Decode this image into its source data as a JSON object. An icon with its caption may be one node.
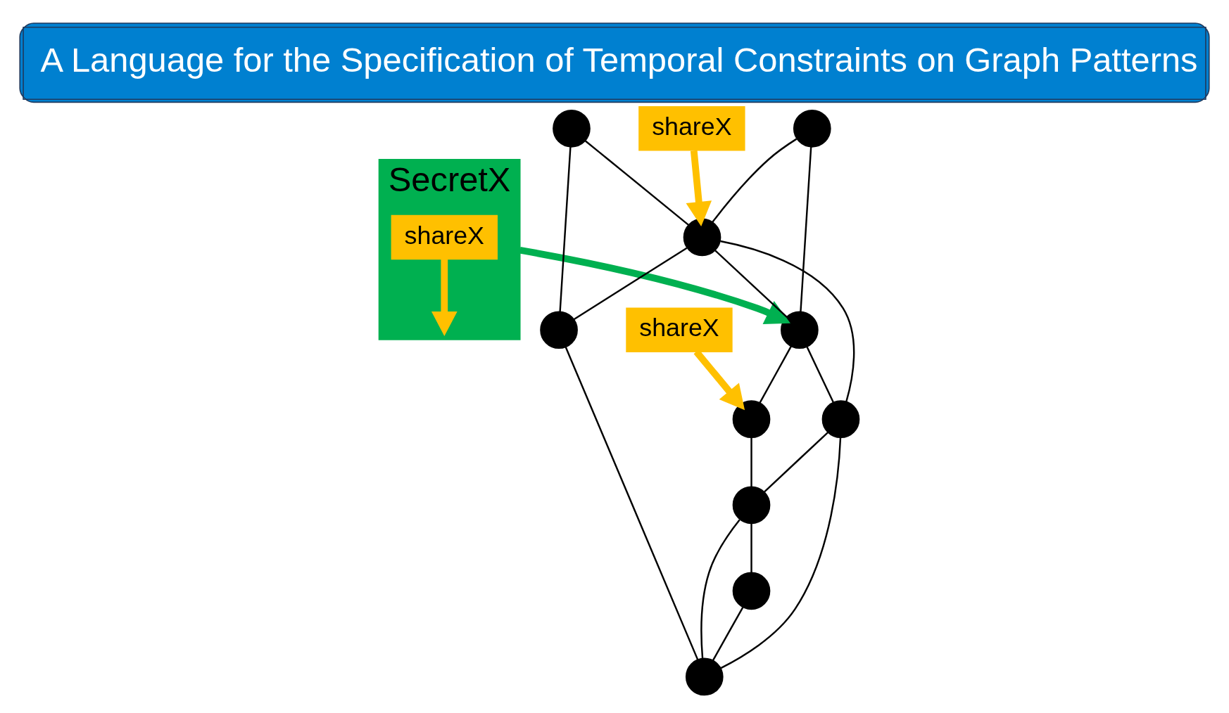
{
  "diagram": {
    "title": "A Language for the Specification of Temporal Constraints on Graph Patterns",
    "nodes": [
      {
        "text": [
          "SecretX"
        ]
      },
      {
        "text": [
          "shareX"
        ],
        "in": 0
      },
      {
        "text": [],
        "shape": "circle"
      },
      {
        "text": [],
        "shape": "circle"
      },
      {
        "text": [
          "shareX"
        ]
      },
      {
        "text": [],
        "shape": "circle"
      },
      {
        "text": [
          "shareX"
        ]
      },
      {
        "text": [],
        "shape": "circle"
      },
      {
        "text": [],
        "shape": "circle"
      },
      {
        "text": [],
        "shape": "circle"
      },
      {
        "text": [],
        "shape": "circle"
      },
      {
        "text": [],
        "shape": "circle"
      },
      {
        "text": [],
        "shape": "circle"
      },
      {
        "text": [],
        "shape": "circle"
      }
    ],
    "edges": [
      {
        "from": 0,
        "to": 5,
        "arrow": "to",
        "style": "thick",
        "color": "#00b050"
      },
      {
        "from": 1,
        "to": null,
        "arrow": "to",
        "style": "thick",
        "color": "#ffc000"
      },
      {
        "from": 4,
        "to": 7,
        "arrow": "to",
        "style": "thick",
        "color": "#ffc000"
      },
      {
        "from": 6,
        "to": 8,
        "arrow": "to",
        "style": "thick",
        "color": "#ffc000"
      },
      {
        "from": 2,
        "to": 7,
        "arrow": "none"
      },
      {
        "from": 2,
        "to": 5,
        "arrow": "none"
      },
      {
        "from": 3,
        "to": 7,
        "arrow": "none"
      },
      {
        "from": 3,
        "to": 9,
        "arrow": "none"
      },
      {
        "from": 7,
        "to": 5,
        "arrow": "none"
      },
      {
        "from": 7,
        "to": 9,
        "arrow": "none"
      },
      {
        "from": 7,
        "to": 11,
        "arrow": "none"
      },
      {
        "from": 5,
        "to": 11,
        "arrow": "none"
      },
      {
        "from": 5,
        "to": 8,
        "arrow": "none"
      },
      {
        "from": 8,
        "to": 10,
        "arrow": "none"
      },
      {
        "from": 11,
        "to": 10,
        "arrow": "none"
      },
      {
        "from": 10,
        "to": 12,
        "arrow": "none"
      },
      {
        "from": 9,
        "to": 13,
        "arrow": "none"
      },
      {
        "from": 11,
        "to": 13,
        "arrow": "none"
      },
      {
        "from": 10,
        "to": 13,
        "arrow": "none"
      },
      {
        "from": 12,
        "to": 13,
        "arrow": "none"
      }
    ]
  }
}
